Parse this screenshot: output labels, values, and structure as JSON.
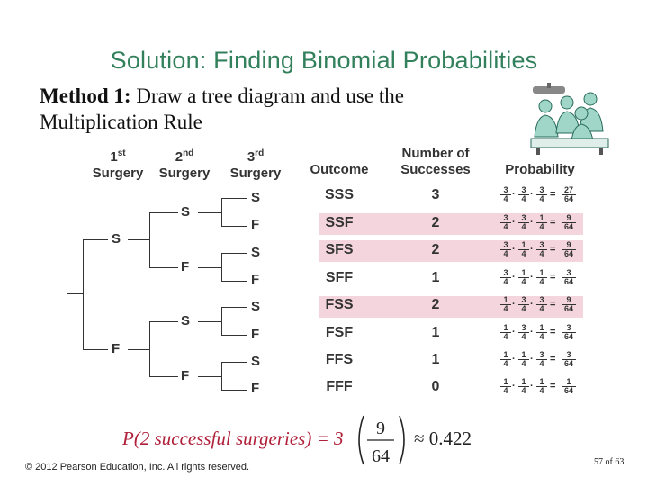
{
  "title": "Solution: Finding Binomial Probabilities",
  "method": {
    "bold": "Method 1:",
    "line1": " Draw a tree diagram and use the",
    "line2": "Multiplication Rule"
  },
  "headers": {
    "surgery1_num": "1",
    "surgery1_sup": "st",
    "surgery2_num": "2",
    "surgery2_sup": "nd",
    "surgery3_num": "3",
    "surgery3_sup": "rd",
    "surgery_word": "Surgery",
    "outcome": "Outcome",
    "successes_line1": "Number of",
    "successes_line2": "Successes",
    "probability": "Probability"
  },
  "tree": {
    "level1": [
      "S",
      "F"
    ],
    "level2": [
      "S",
      "F",
      "S",
      "F"
    ],
    "level3": [
      "S",
      "F",
      "S",
      "F",
      "S",
      "F",
      "S",
      "F"
    ]
  },
  "rows": [
    {
      "outcome": "SSS",
      "successes": "3",
      "highlight": false,
      "factors": [
        [
          "3",
          "4"
        ],
        [
          "3",
          "4"
        ],
        [
          "3",
          "4"
        ]
      ],
      "result": [
        "27",
        "64"
      ]
    },
    {
      "outcome": "SSF",
      "successes": "2",
      "highlight": true,
      "factors": [
        [
          "3",
          "4"
        ],
        [
          "3",
          "4"
        ],
        [
          "1",
          "4"
        ]
      ],
      "result": [
        "9",
        "64"
      ]
    },
    {
      "outcome": "SFS",
      "successes": "2",
      "highlight": true,
      "factors": [
        [
          "3",
          "4"
        ],
        [
          "1",
          "4"
        ],
        [
          "3",
          "4"
        ]
      ],
      "result": [
        "9",
        "64"
      ]
    },
    {
      "outcome": "SFF",
      "successes": "1",
      "highlight": false,
      "factors": [
        [
          "3",
          "4"
        ],
        [
          "1",
          "4"
        ],
        [
          "1",
          "4"
        ]
      ],
      "result": [
        "3",
        "64"
      ]
    },
    {
      "outcome": "FSS",
      "successes": "2",
      "highlight": true,
      "factors": [
        [
          "1",
          "4"
        ],
        [
          "3",
          "4"
        ],
        [
          "3",
          "4"
        ]
      ],
      "result": [
        "9",
        "64"
      ]
    },
    {
      "outcome": "FSF",
      "successes": "1",
      "highlight": false,
      "factors": [
        [
          "1",
          "4"
        ],
        [
          "3",
          "4"
        ],
        [
          "1",
          "4"
        ]
      ],
      "result": [
        "3",
        "64"
      ]
    },
    {
      "outcome": "FFS",
      "successes": "1",
      "highlight": false,
      "factors": [
        [
          "1",
          "4"
        ],
        [
          "1",
          "4"
        ],
        [
          "3",
          "4"
        ]
      ],
      "result": [
        "3",
        "64"
      ]
    },
    {
      "outcome": "FFF",
      "successes": "0",
      "highlight": false,
      "factors": [
        [
          "1",
          "4"
        ],
        [
          "1",
          "4"
        ],
        [
          "1",
          "4"
        ]
      ],
      "result": [
        "1",
        "64"
      ]
    }
  ],
  "formula": {
    "lhs": "P(2 successful surgeries) = 3",
    "frac_num": "9",
    "frac_den": "64",
    "approx": "≈ 0.422"
  },
  "copyright": "© 2012 Pearson Education, Inc. All rights reserved.",
  "page": "57 of 63",
  "colors": {
    "title": "#33805c",
    "highlight": "#f5d5dd"
  },
  "image_icon": "surgeons-illustration"
}
